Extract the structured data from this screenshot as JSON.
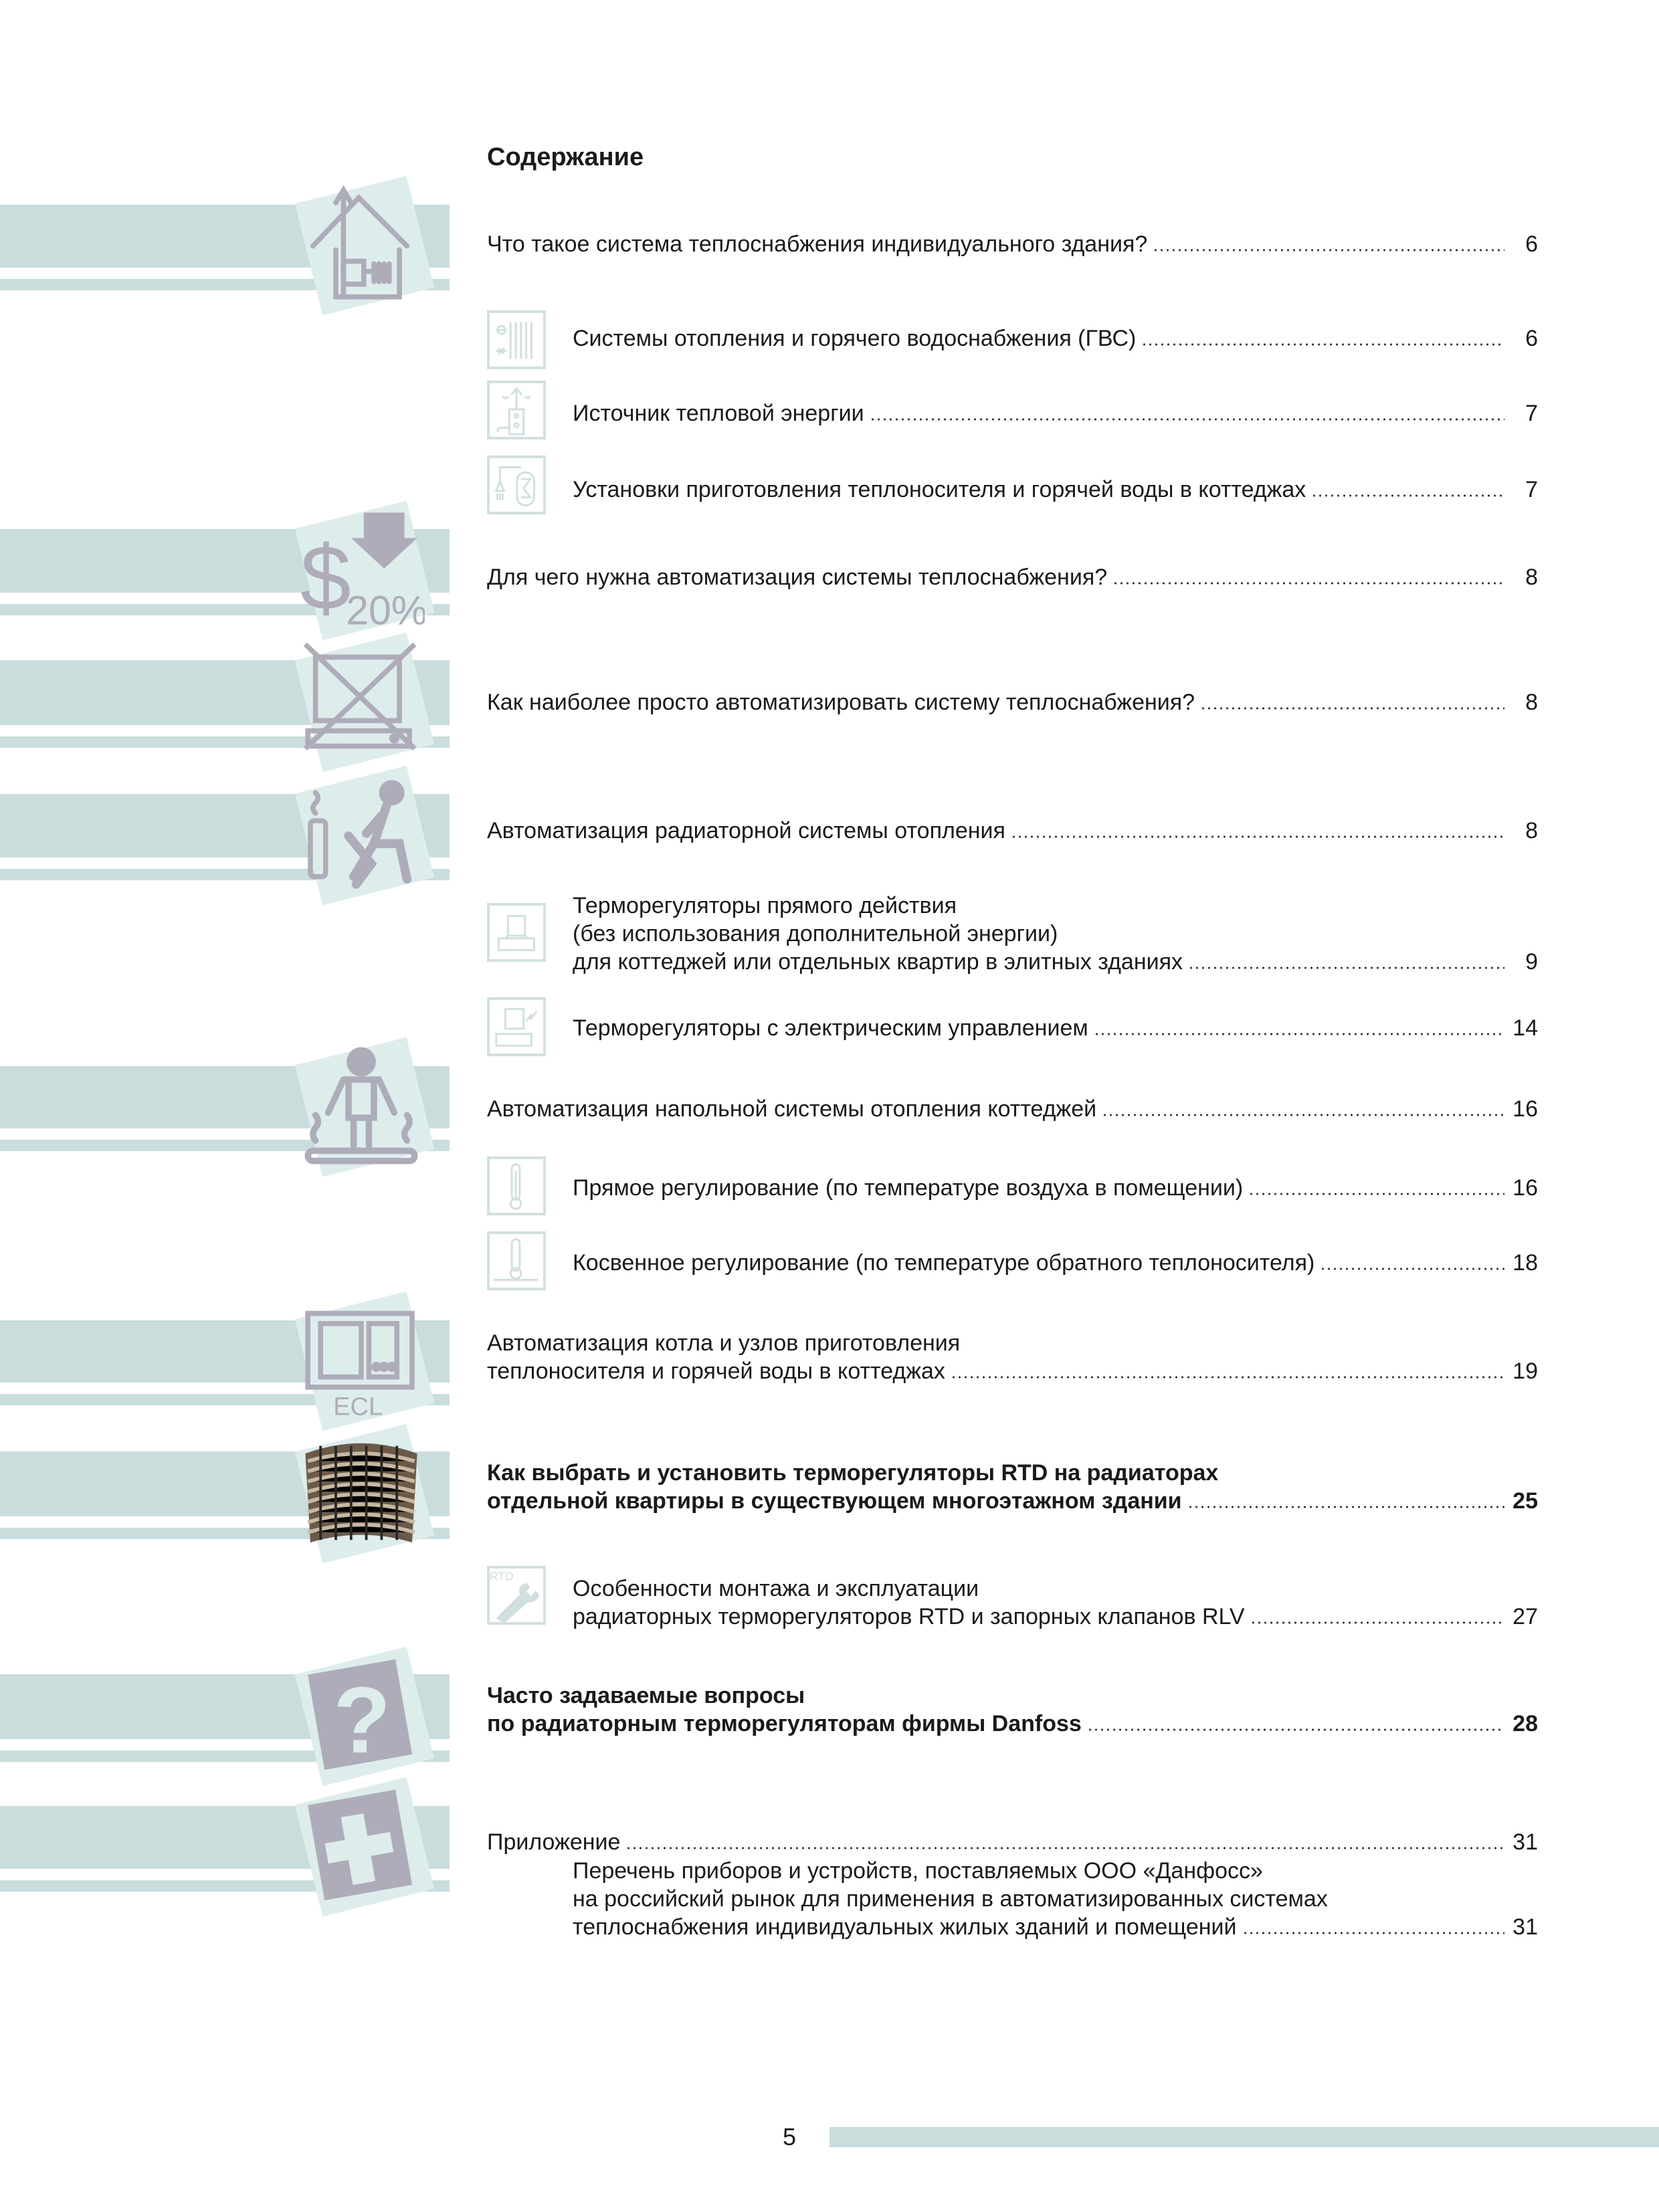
{
  "title": "Содержание",
  "entries": [
    {
      "lines": [
        "Что такое система теплоснабжения индивидуального здания?"
      ],
      "page": "6",
      "level": 1,
      "bold": false
    },
    {
      "lines": [
        "Системы отопления и горячего водоснабжения (ГВС)"
      ],
      "page": "6",
      "level": 2,
      "bold": false
    },
    {
      "lines": [
        "Источник тепловой энергии"
      ],
      "page": "7",
      "level": 2,
      "bold": false
    },
    {
      "lines": [
        "Установки приготовления теплоносителя и горячей воды в коттеджах"
      ],
      "page": "7",
      "level": 2,
      "bold": false
    },
    {
      "lines": [
        "Для чего нужна автоматизация системы теплоснабжения?"
      ],
      "page": "8",
      "level": 1,
      "bold": false
    },
    {
      "lines": [
        "Как наиболее просто автоматизировать систему теплоснабжения?"
      ],
      "page": "8",
      "level": 1,
      "bold": false
    },
    {
      "lines": [
        "Автоматизация радиаторной системы отопления"
      ],
      "page": "8",
      "level": 1,
      "bold": false
    },
    {
      "lines": [
        "Терморегуляторы прямого действия",
        "(без использования дополнительной энергии)",
        "для коттеджей или отдельных квартир в элитных зданиях"
      ],
      "page": "9",
      "level": 2,
      "bold": false
    },
    {
      "lines": [
        "Терморегуляторы с электрическим управлением"
      ],
      "page": "14",
      "level": 2,
      "bold": false
    },
    {
      "lines": [
        "Автоматизация напольной системы отопления коттеджей"
      ],
      "page": "16",
      "level": 1,
      "bold": false
    },
    {
      "lines": [
        "Прямое регулирование (по температуре воздуха в помещении)"
      ],
      "page": "16",
      "level": 2,
      "bold": false
    },
    {
      "lines": [
        "Косвенное регулирование (по температуре обратного теплоносителя)"
      ],
      "page": "18",
      "level": 2,
      "bold": false
    },
    {
      "lines": [
        "Автоматизация котла и узлов приготовления",
        "теплоносителя и горячей воды в коттеджах"
      ],
      "page": "19",
      "level": 1,
      "bold": false
    },
    {
      "lines": [
        "Как выбрать и установить терморегуляторы RTD на радиаторах",
        "отдельной квартиры в существующем многоэтажном здании"
      ],
      "page": "25",
      "level": 1,
      "bold": true
    },
    {
      "lines": [
        "Особенности монтажа и эксплуатации",
        "радиаторных терморегуляторов RTD и запорных клапанов RLV"
      ],
      "page": "27",
      "level": 2,
      "bold": false
    },
    {
      "lines": [
        "Часто задаваемые  вопросы",
        "по радиаторным терморегуляторам фирмы Danfoss"
      ],
      "page": "28",
      "level": 1,
      "bold": true
    },
    {
      "lines": [
        "Приложение"
      ],
      "page": "31",
      "level": 1,
      "bold": false
    },
    {
      "lines": [
        "Перечень приборов и устройств, поставляемых ООО «Данфосс»",
        "на российский рынок для применения в автоматизированных системах",
        "теплоснабжения индивидуальных жилых зданий и помещений"
      ],
      "page": "31",
      "level": 2,
      "bold": false
    }
  ],
  "icons": {
    "percent_label": "20%",
    "ecl_label": "ECL",
    "rtd_label": "RTD",
    "dollar": "$",
    "question": "?"
  },
  "page_number": "5",
  "colors": {
    "band": "#cadddd",
    "tile": "#dcedec",
    "icon": "#aeacb9",
    "subicon": "#cfe0df"
  }
}
